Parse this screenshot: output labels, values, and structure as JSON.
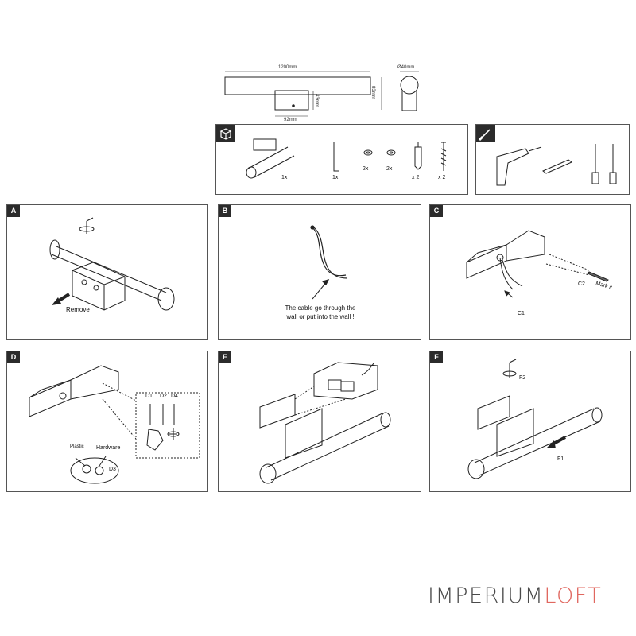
{
  "dimensions": {
    "length": "1200mm",
    "diameter": "Ø40mm",
    "height_total": "83mm",
    "box_height": "43mm",
    "box_width": "92mm"
  },
  "parts": {
    "icon": "box-icon",
    "lamp_qty": "1x",
    "key_qty": "1x",
    "washer1_qty": "2x",
    "washer2_qty": "2x",
    "plug_qty": "x 2",
    "screw_qty": "x 2"
  },
  "tools": {
    "icon": "screwdriver-icon",
    "items": [
      "drill-icon",
      "pencil-icon",
      "flat-screwdriver-icon",
      "phillips-screwdriver-icon"
    ]
  },
  "steps": {
    "A": {
      "label": "A",
      "remove": "Remove"
    },
    "B": {
      "label": "B",
      "line1": "The cable go through the",
      "line2": "wall or put into the wall !"
    },
    "C": {
      "label": "C",
      "c1": "C1",
      "c2": "C2",
      "mark": "Mark it"
    },
    "D": {
      "label": "D",
      "d1": "D1",
      "d2": "D2",
      "d4": "D4",
      "plastic": "Plastic",
      "hardware": "Hardware",
      "d3": "D3"
    },
    "E": {
      "label": "E"
    },
    "F": {
      "label": "F",
      "f1": "F1",
      "f2": "F2"
    }
  },
  "brand": {
    "part1": "IMPERIUM",
    "part2": "LOFT",
    "accent": "#e0675f"
  }
}
